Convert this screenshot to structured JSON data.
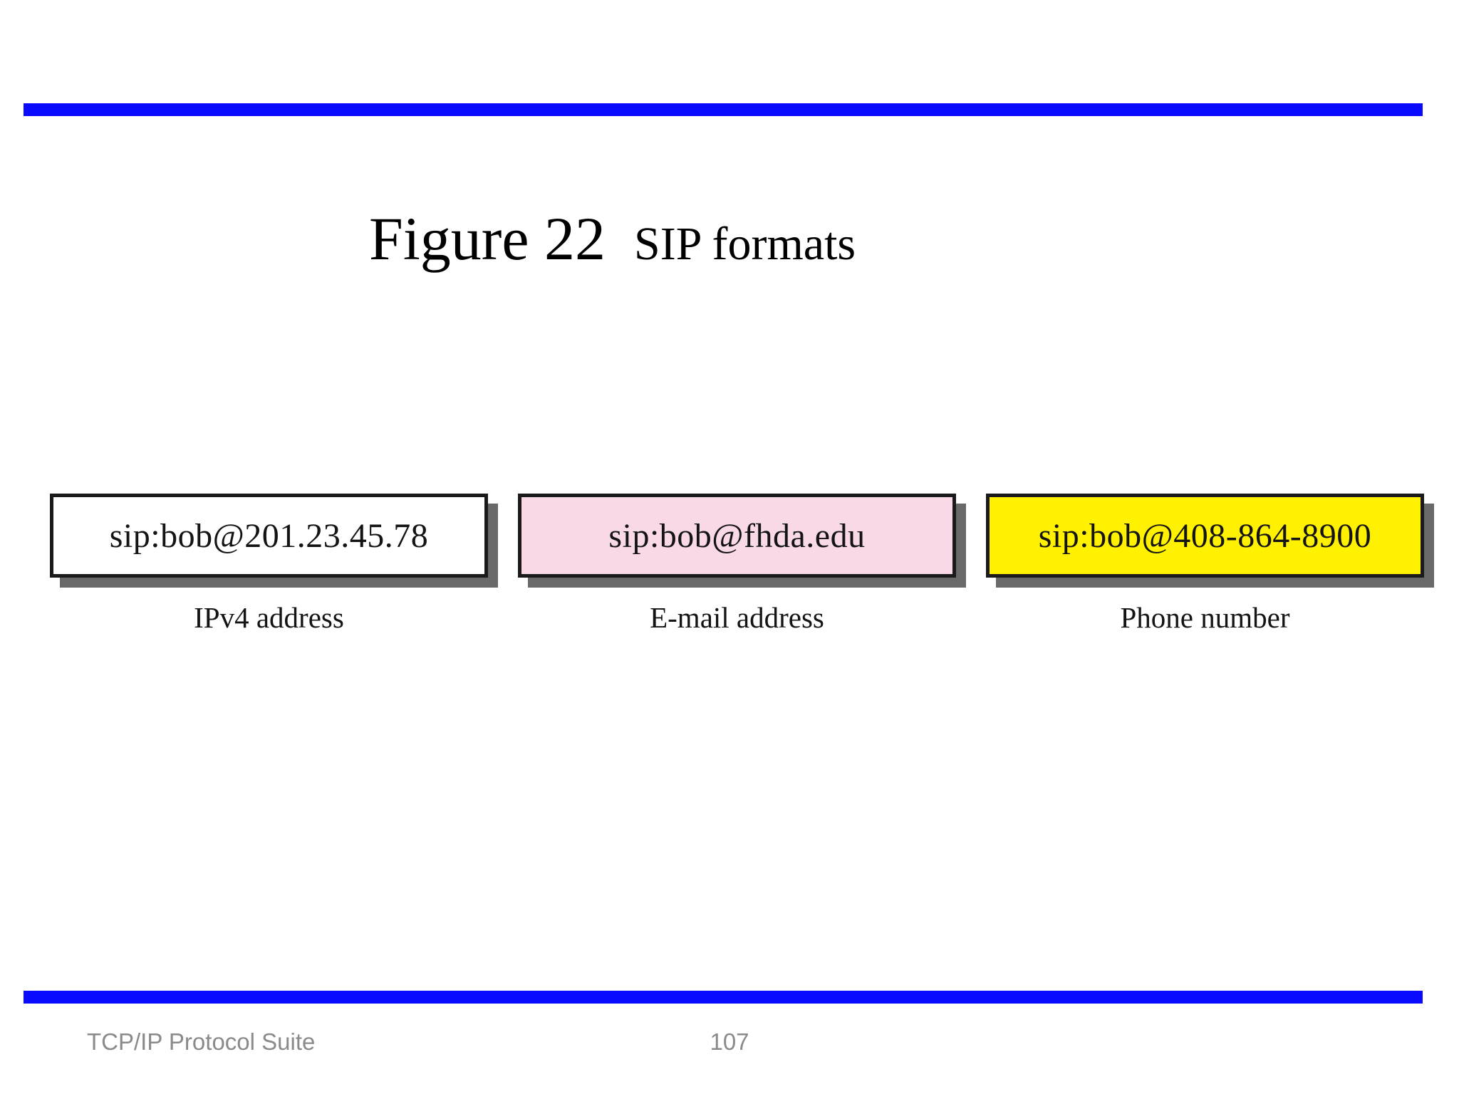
{
  "slide": {
    "title": {
      "figure_label": "Figure 22",
      "subtitle": "SIP formats"
    },
    "formats": [
      {
        "value": "sip:bob@201.23.45.78",
        "label": "IPv4 address",
        "fill": "#ffffff"
      },
      {
        "value": "sip:bob@fhda.edu",
        "label": "E-mail address",
        "fill": "#f9d9e8"
      },
      {
        "value": "sip:bob@408-864-8900",
        "label": "Phone number",
        "fill": "#fff100"
      }
    ],
    "footer": {
      "left_text": "TCP/IP Protocol Suite",
      "page_number": "107"
    },
    "colors": {
      "bar_blue": "#0a0aff",
      "shadow_gray": "#696969"
    }
  }
}
